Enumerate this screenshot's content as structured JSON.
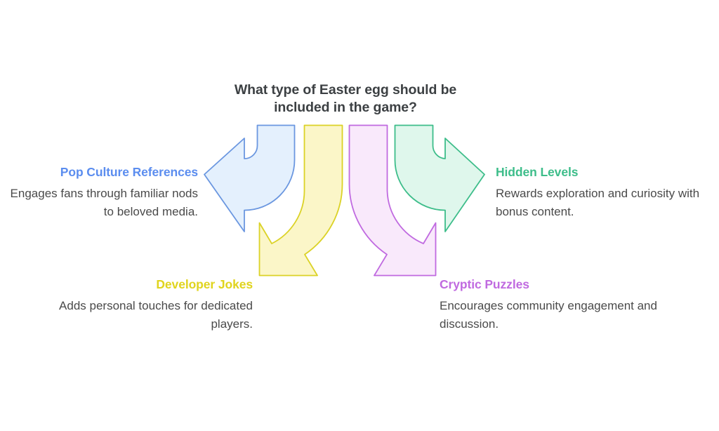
{
  "diagram": {
    "type": "four-branch-arrow-diagram",
    "question": "What type of Easter egg should be included in the game?",
    "question_line1": "What type of Easter egg should be",
    "question_line2": "included in the game?",
    "question_color": "#3c4043",
    "background": "#ffffff",
    "branches": [
      {
        "id": "pop-culture-references",
        "title": "Pop Culture References",
        "description": "Engages fans through familiar nods to beloved media.",
        "color": "#5b8def",
        "fill": "#e4f0fd",
        "direction": "left",
        "position": "upper-left",
        "align": "right"
      },
      {
        "id": "developer-jokes",
        "title": "Developer Jokes",
        "description": "Adds personal touches for dedicated players.",
        "color": "#e0d41e",
        "fill": "#fbf6c8",
        "direction": "down-left",
        "position": "lower-left",
        "align": "right"
      },
      {
        "id": "cryptic-puzzles",
        "title": "Cryptic Puzzles",
        "description": "Encourages community engagement and discussion.",
        "color": "#c06ae0",
        "fill": "#f9e9fb",
        "direction": "down-right",
        "position": "lower-right",
        "align": "left"
      },
      {
        "id": "hidden-levels",
        "title": "Hidden Levels",
        "description": "Rewards exploration and curiosity with bonus content.",
        "color": "#3dbd8a",
        "fill": "#dff7ec",
        "direction": "right",
        "position": "upper-right",
        "align": "left"
      }
    ]
  }
}
